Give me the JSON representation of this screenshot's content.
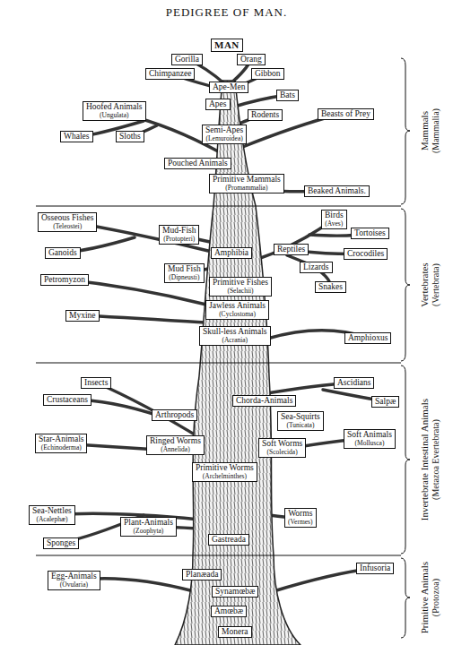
{
  "diagram": {
    "title": "PEDIGREE OF MAN.",
    "nodes": [
      {
        "text": [
          "MAN"
        ]
      },
      {
        "text": [
          "Gorilla"
        ]
      },
      {
        "text": [
          "Orang"
        ]
      },
      {
        "text": [
          "Chimpanzee"
        ]
      },
      {
        "text": [
          "Gibbon"
        ]
      },
      {
        "text": [
          "Ape-Men"
        ]
      },
      {
        "text": [
          "Bats"
        ]
      },
      {
        "text": [
          "Apes"
        ]
      },
      {
        "text": [
          "Hoofed Animals",
          "(Ungulata)"
        ]
      },
      {
        "text": [
          "Rodents"
        ]
      },
      {
        "text": [
          "Beasts of Prey"
        ]
      },
      {
        "text": [
          "Whales"
        ]
      },
      {
        "text": [
          "Sloths"
        ]
      },
      {
        "text": [
          "Semi-Apes",
          "(Lemuroidea)"
        ]
      },
      {
        "text": [
          "Pouched Animals"
        ]
      },
      {
        "text": [
          "Primitive Mammals",
          "(Promammalia)"
        ]
      },
      {
        "text": [
          "Beaked Animals."
        ]
      },
      {
        "text": [
          "Osseous Fishes",
          "(Teleostei)"
        ]
      },
      {
        "text": [
          "Mud-Fish",
          "(Protopteri)"
        ]
      },
      {
        "text": [
          "Birds",
          "(Aves)"
        ]
      },
      {
        "text": [
          "Tortoises"
        ]
      },
      {
        "text": [
          "Amphibia"
        ]
      },
      {
        "text": [
          "Ganoids"
        ]
      },
      {
        "text": [
          "Reptiles"
        ]
      },
      {
        "text": [
          "Crocodiles"
        ]
      },
      {
        "text": [
          "Mud Fish",
          "(Dipneusti)"
        ]
      },
      {
        "text": [
          "Lizards"
        ]
      },
      {
        "text": [
          "Primitive Fishes",
          "(Selachii)"
        ]
      },
      {
        "text": [
          "Petromyzon"
        ]
      },
      {
        "text": [
          "Snakes"
        ]
      },
      {
        "text": [
          "Jawless Animals",
          "(Cyclostoma)"
        ]
      },
      {
        "text": [
          "Myxine"
        ]
      },
      {
        "text": [
          "Skull-less Animals",
          "(Acrania)"
        ]
      },
      {
        "text": [
          "Amphioxus"
        ]
      },
      {
        "text": [
          "Insects"
        ]
      },
      {
        "text": [
          "Ascidians"
        ]
      },
      {
        "text": [
          "Crustaceans"
        ]
      },
      {
        "text": [
          "Chorda-Animals"
        ]
      },
      {
        "text": [
          "Salpæ"
        ]
      },
      {
        "text": [
          "Arthropods"
        ]
      },
      {
        "text": [
          "Sea-Squirts",
          "(Tunicata)"
        ]
      },
      {
        "text": [
          "Soft Animals",
          "(Mollusca)"
        ]
      },
      {
        "text": [
          "Star-Animals",
          "(Echinoderma)"
        ]
      },
      {
        "text": [
          "Ringed Worms",
          "(Annelida)"
        ]
      },
      {
        "text": [
          "Soft Worms",
          "(Scolecida)"
        ]
      },
      {
        "text": [
          "Primitive Worms",
          "(Archelminthes)"
        ]
      },
      {
        "text": [
          "Sea-Nettles",
          "(Acalephæ)"
        ]
      },
      {
        "text": [
          "Plant-Animals",
          "(Zoophyta)"
        ]
      },
      {
        "text": [
          "Worms",
          "(Vermes)"
        ]
      },
      {
        "text": [
          "Sponges"
        ]
      },
      {
        "text": [
          "Gastreada"
        ]
      },
      {
        "text": [
          "Egg-Animals",
          "(Ovularia)"
        ]
      },
      {
        "text": [
          "Planæada"
        ]
      },
      {
        "text": [
          "Infusoria"
        ]
      },
      {
        "text": [
          "Synamœbæ"
        ]
      },
      {
        "text": [
          "Amœbæ"
        ]
      },
      {
        "text": [
          "Monera"
        ]
      }
    ],
    "labels": [
      "Mammals",
      "(Mammalia)",
      "Vertebrates",
      "(Vertebrata)",
      "Invertebrate Intestinal Animals",
      "(Metazoa Evertebrata)",
      "Primitive Animals",
      "(Protozoa)"
    ]
  }
}
